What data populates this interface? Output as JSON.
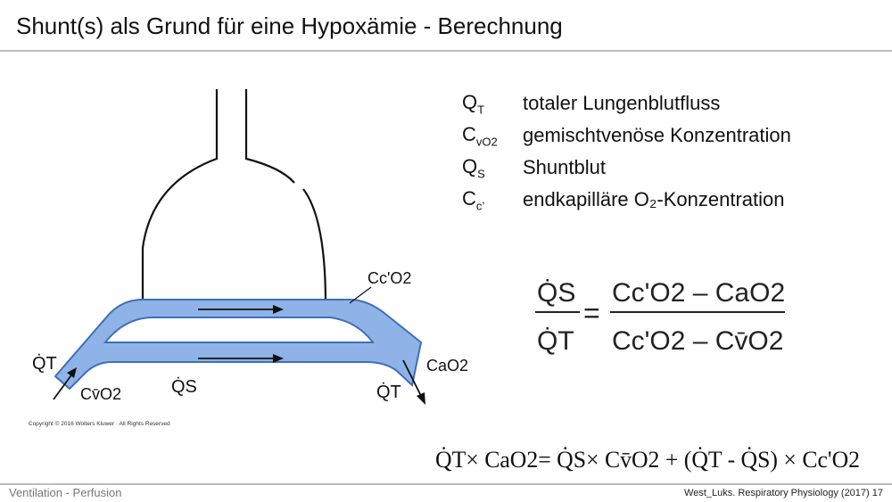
{
  "slide": {
    "title": "Shunt(s) als Grund für eine Hypoxämie - Berechnung",
    "footer_left": "Ventilation - Perfusion",
    "footer_right": "West_Luks. Respiratory Physiology (2017) 17",
    "copyright": "Copyright © 2016 Wolters Kluwer · All Rights Reserved"
  },
  "legend": [
    {
      "symbol": "Q",
      "sub": "T",
      "text": "totaler Lungenblutfluss"
    },
    {
      "symbol": "C",
      "sub": "vO2",
      "text": "gemischtvenöse Konzentration"
    },
    {
      "symbol": "Q",
      "sub": "S",
      "text": "Shuntblut"
    },
    {
      "symbol": "C",
      "sub": "c’",
      "text": "endkapilläre O₂-Konzentration"
    }
  ],
  "diagram_labels": {
    "cc_o2": "Cc'O2",
    "ca_o2": "CaO2",
    "cv_o2": "Cv̄O2",
    "qt_left": "Q̇T",
    "qs": "Q̇S",
    "qt_right": "Q̇T"
  },
  "colors": {
    "vessel_fill": "#8fb3e6",
    "vessel_stroke": "#3d6fb8",
    "rule": "#bdbdbd"
  },
  "formula_fraction": {
    "numerator_left": "Q̇S",
    "denominator_left": "Q̇T",
    "equals": "=",
    "numerator_right": "Cc'O2 – CaO2",
    "denominator_right": "Cc'O2 – Cv̄O2"
  },
  "formula_balance": "Q̇T× CaO2= Q̇S× Cv̄O2 + (Q̇T - Q̇S) × Cc'O2"
}
